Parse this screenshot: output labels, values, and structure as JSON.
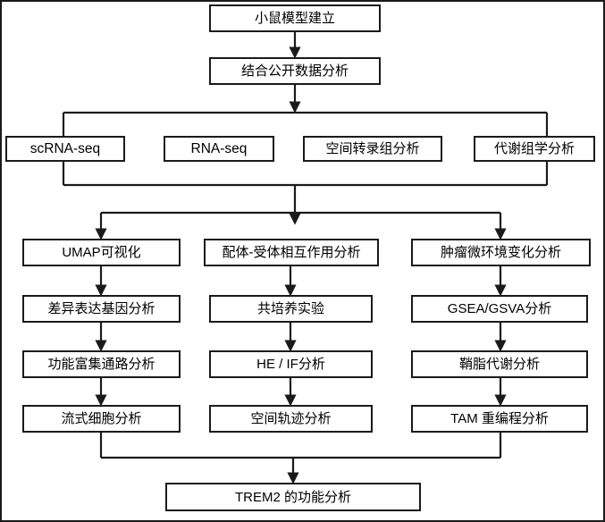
{
  "diagram": {
    "title": "Research workflow flowchart",
    "stroke_color": "#1a1a1a",
    "fill_color": "#ffffff",
    "text_color": "#000000",
    "nodes": {
      "n1": "小鼠模型建立",
      "n2": "结合公开数据分析",
      "n3": "scRNA-seq",
      "n4": "RNA-seq",
      "n5": "空间转录组分析",
      "n6": "代谢组学分析",
      "n7": "UMAP可视化",
      "n8": "配体-受体相互作用分析",
      "n9": "肿瘤微环境变化分析",
      "n10": "差异表达基因分析",
      "n11": "共培养实验",
      "n12": "GSEA/GSVA分析",
      "n13": "功能富集通路分析",
      "n14": "HE / IF分析",
      "n15": "鞘脂代谢分析",
      "n16": "流式细胞分析",
      "n17": "空间轨迹分析",
      "n18": "TAM 重编程分析",
      "n19": "TREM2 的功能分析"
    }
  }
}
